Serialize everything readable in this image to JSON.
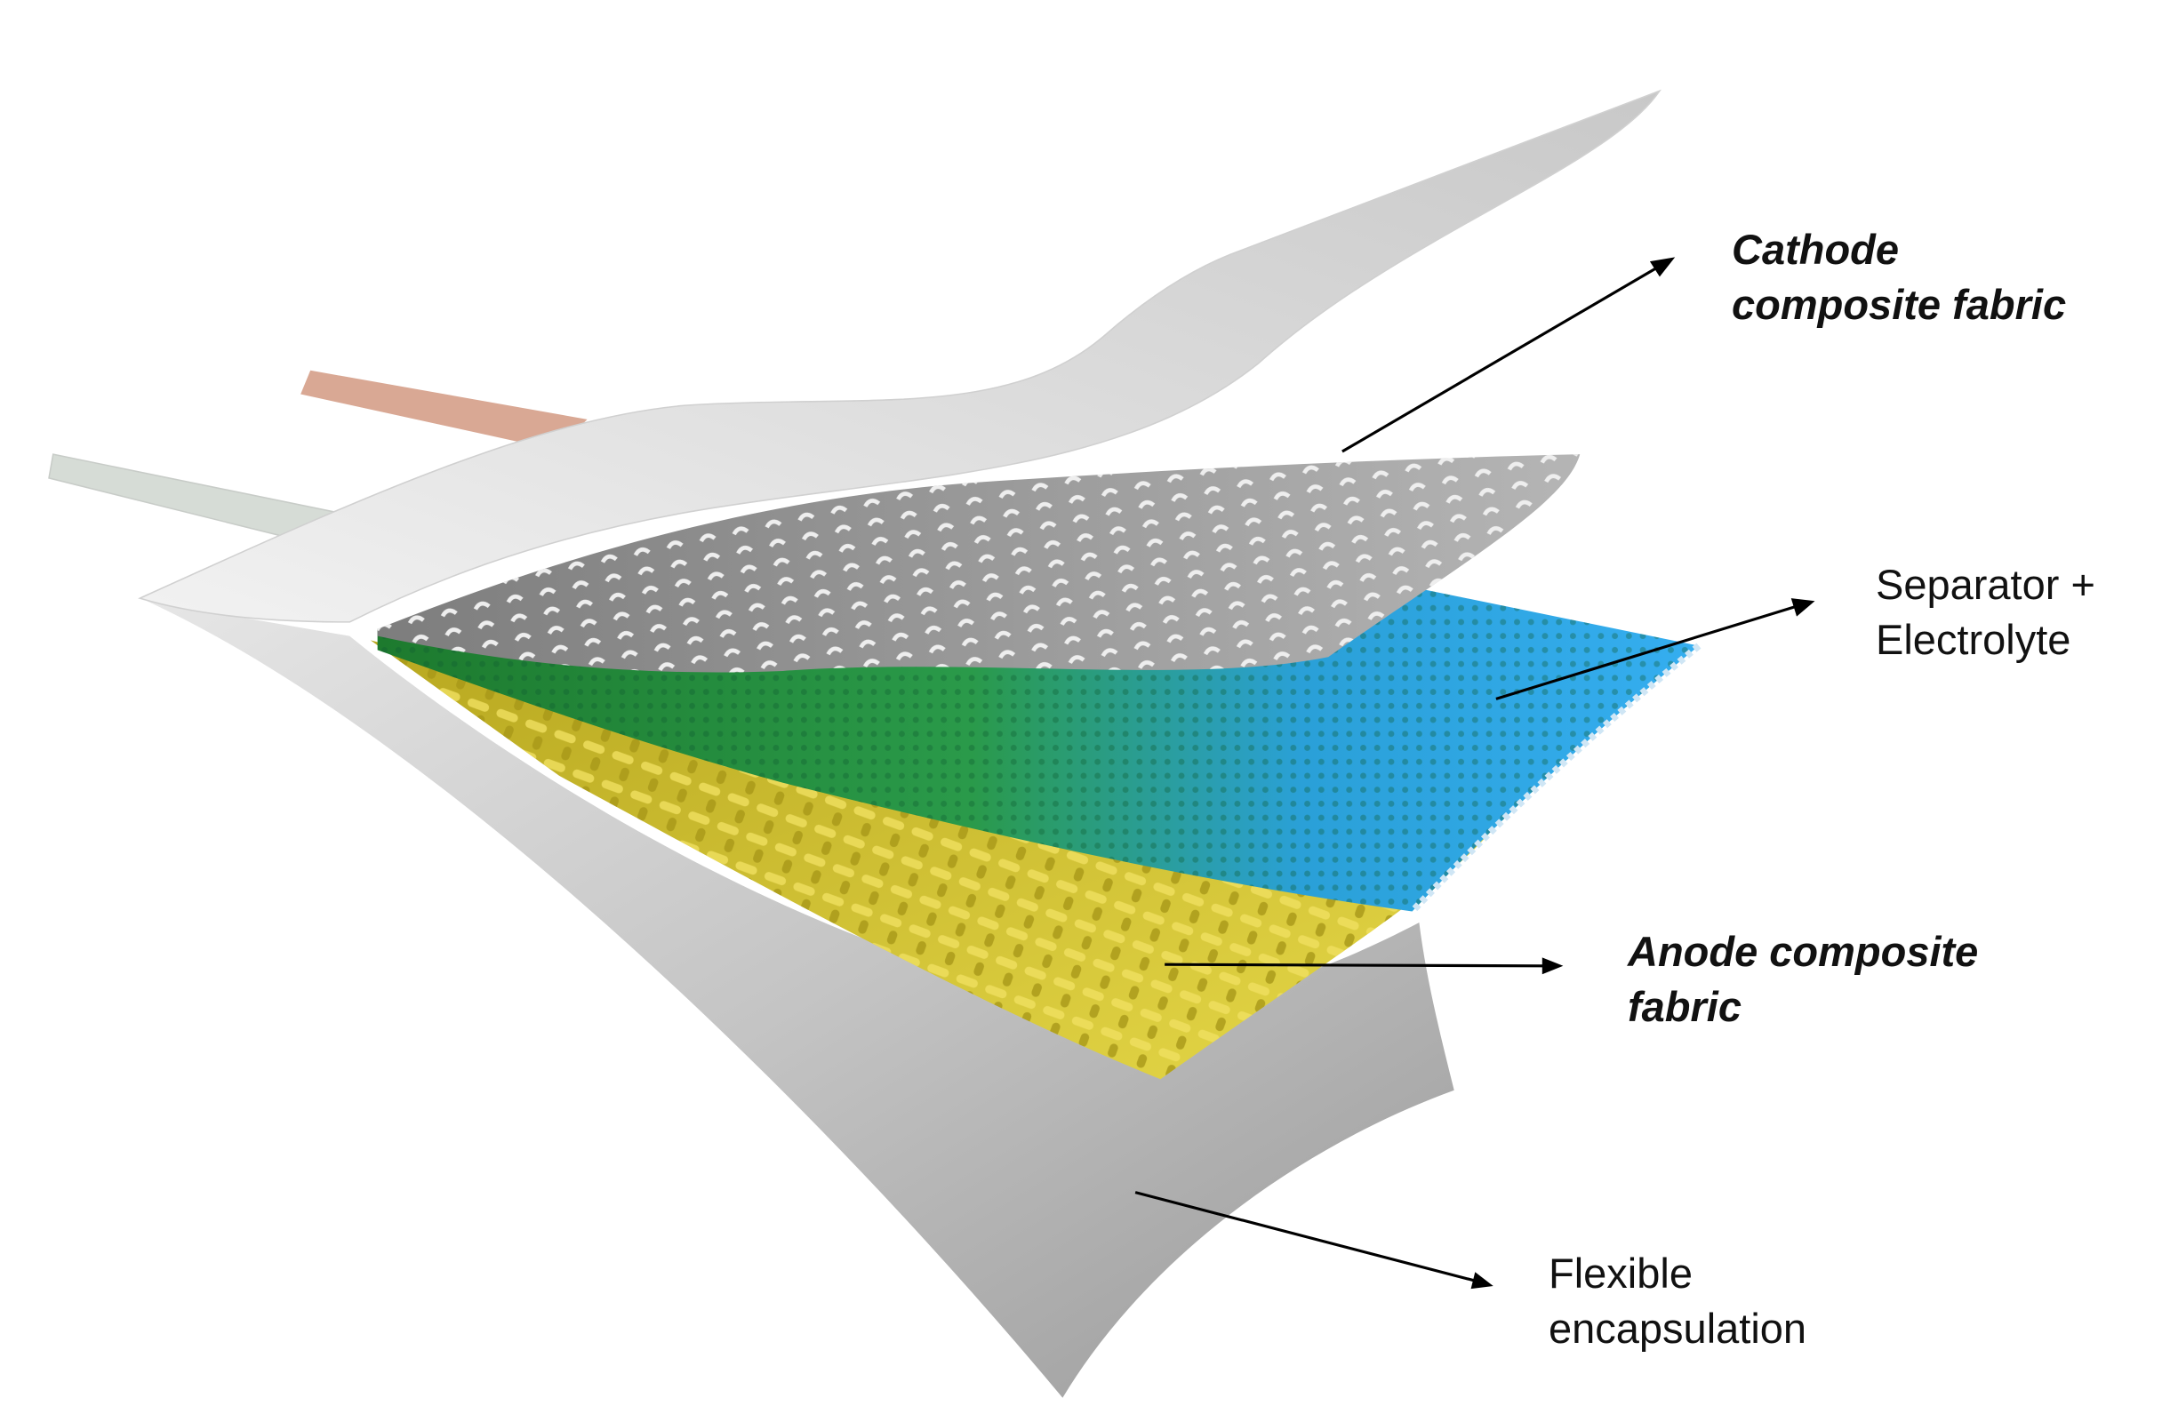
{
  "labels": {
    "cathode": [
      "Cathode",
      "composite fabric"
    ],
    "separator": [
      "Separator +",
      "Electrolyte"
    ],
    "anode": [
      "Anode composite",
      "fabric"
    ],
    "encapsulation": [
      "Flexible",
      "encapsulation"
    ]
  },
  "colors": {
    "cathode": "#9a9a9a",
    "separator_green": "#1f8a3a",
    "separator_blue": "#2aa3e6",
    "anode": "#d8c838",
    "encapsulation": "#b8b8b8",
    "tab_copper": "#d9a894",
    "tab_silver": "#d6dcd6"
  }
}
